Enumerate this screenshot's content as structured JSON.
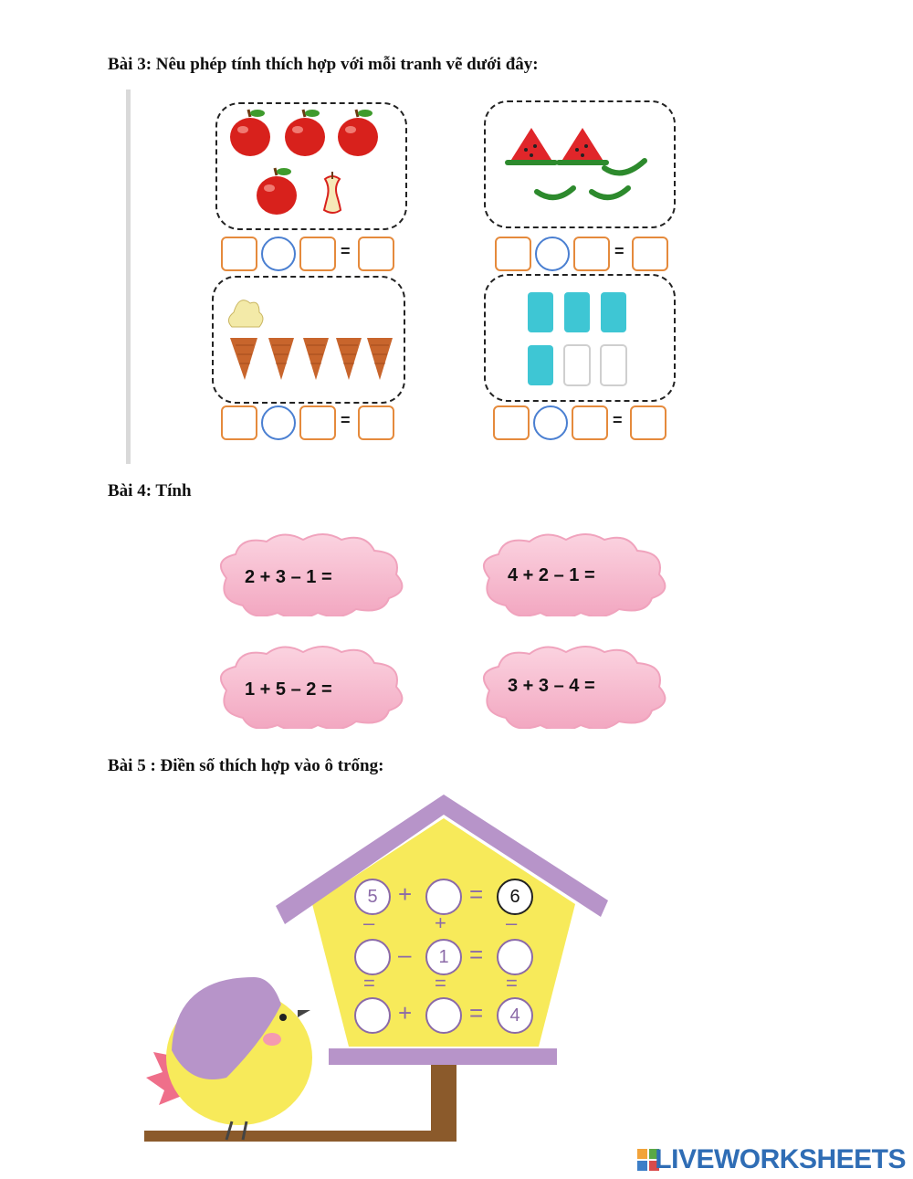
{
  "bai3": {
    "heading": "Bài 3: Nêu phép tính thích hợp với mỗi tranh vẽ dưới đây:",
    "equals": "="
  },
  "bai4": {
    "heading": "Bài 4: Tính",
    "expressions": [
      "2 + 3 – 1 =",
      "4 + 2 – 1 =",
      "1 + 5 – 2 =",
      "3 + 3 – 4 ="
    ]
  },
  "bai5": {
    "heading": "Bài 5 : Điền số thích hợp vào ô trống:",
    "row1": {
      "a": "5",
      "op": "+",
      "b": "",
      "eq": "=",
      "c": "6"
    },
    "ops_row1": [
      "–",
      "+",
      "–"
    ],
    "row2": {
      "a": "",
      "op": "–",
      "b": "1",
      "eq": "=",
      "c": ""
    },
    "ops_row2": [
      "=",
      "=",
      "="
    ],
    "row3": {
      "a": "",
      "op": "+",
      "b": "",
      "eq": "=",
      "c": "4"
    }
  },
  "brand": {
    "name": "LIVEWORKSHEETS"
  },
  "colors": {
    "answer_box": "#e58a3c",
    "answer_circle": "#4a7fd1",
    "cloud": "#f6bcd0",
    "house_wall": "#f7ea5a",
    "house_roof": "#b794c9",
    "brand": "#2f6db5"
  }
}
